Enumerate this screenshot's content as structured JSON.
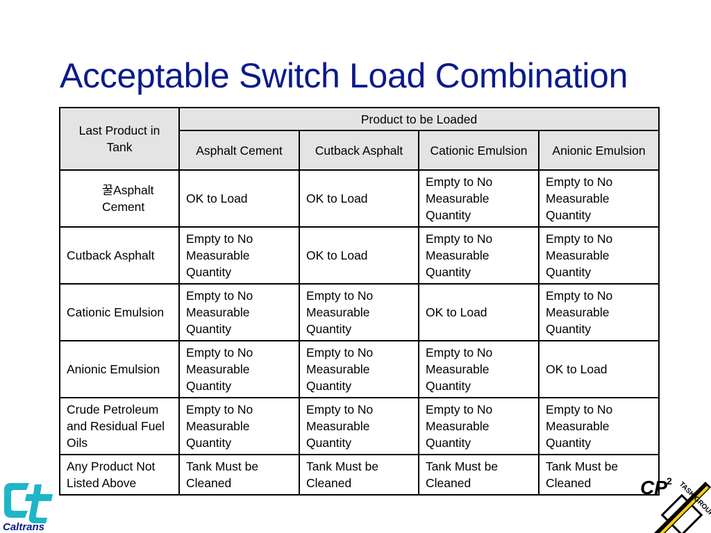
{
  "title": "Acceptable Switch Load Combination",
  "table": {
    "corner_header": "Last Product in Tank",
    "group_header": "Product to be Loaded",
    "columns": [
      "Asphalt Cement",
      "Cutback Asphalt",
      "Cationic Emulsion",
      "Anionic Emulsion"
    ],
    "rows": [
      {
        "label": "꿀Asphalt Cement",
        "cells": [
          "OK to Load",
          "OK to Load",
          "Empty to No Measurable Quantity",
          "Empty to No Measurable Quantity"
        ]
      },
      {
        "label": "Cutback Asphalt",
        "cells": [
          "Empty to No Measurable Quantity",
          "OK to Load",
          "Empty to No Measurable Quantity",
          "Empty to No Measurable Quantity"
        ]
      },
      {
        "label": "Cationic Emulsion",
        "cells": [
          "Empty to No Measurable Quantity",
          "Empty to No Measurable Quantity",
          "OK to Load",
          "Empty to No Measurable Quantity"
        ]
      },
      {
        "label": "Anionic Emulsion",
        "cells": [
          "Empty to No Measurable Quantity",
          "Empty to No Measurable Quantity",
          "Empty to No Measurable Quantity",
          "OK to Load"
        ]
      },
      {
        "label": "Crude Petroleum and Residual Fuel Oils",
        "cells": [
          "Empty to No Measurable Quantity",
          "Empty to No Measurable Quantity",
          "Empty to No Measurable Quantity",
          "Empty to No Measurable Quantity"
        ]
      },
      {
        "label": "Any Product Not Listed Above",
        "cells": [
          "Tank Must be Cleaned",
          "Tank Must be Cleaned",
          "Tank Must be Cleaned",
          "Tank Must be Cleaned"
        ]
      }
    ]
  },
  "logos": {
    "caltrans_text": "Caltrans",
    "cp2_text": "CP",
    "cp2_superscript": "2",
    "task_group_text": "TASK GROUP"
  },
  "colors": {
    "title": "#0a1a8c",
    "header_fill": "#e4e4e4",
    "caltrans_teal": "#1fb5c8",
    "caltrans_text": "#0a1a8c",
    "cp2_yellow": "#f5d20a"
  }
}
